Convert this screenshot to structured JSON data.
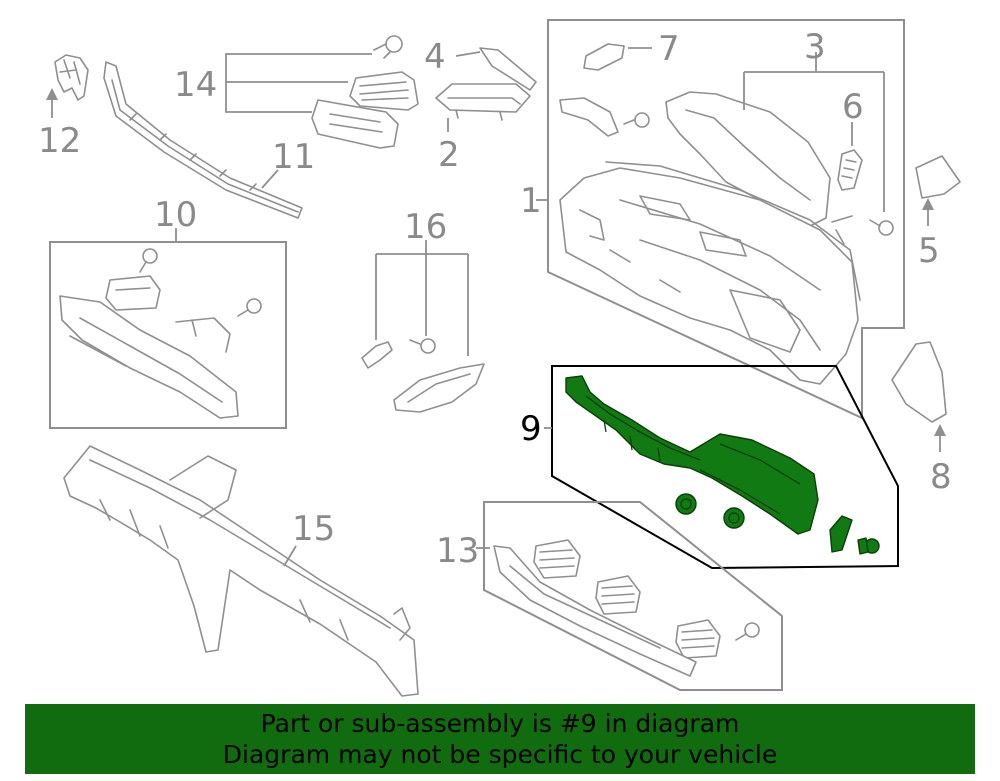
{
  "colors": {
    "highlight_part": "#127a12",
    "banner_background": "#116b0f",
    "callout_inactive": "#8a8a8a",
    "callout_active": "#000000"
  },
  "callouts": {
    "c1": "1",
    "c2": "2",
    "c3": "3",
    "c4": "4",
    "c5": "5",
    "c6": "6",
    "c7": "7",
    "c8": "8",
    "c9": "9",
    "c10": "10",
    "c11": "11",
    "c12": "12",
    "c13": "13",
    "c14": "14",
    "c15": "15",
    "c16": "16"
  },
  "highlighted_callout": "9",
  "banner": {
    "line1": "Part or sub-assembly is #9 in diagram",
    "line2": "Diagram may not be specific to your vehicle"
  }
}
